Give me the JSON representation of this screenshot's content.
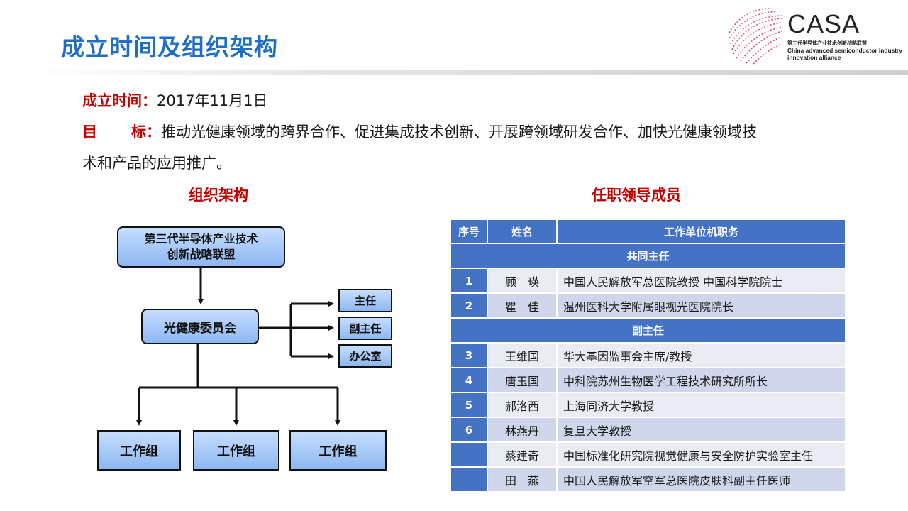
{
  "page": {
    "title": "成立时间及组织架构"
  },
  "logo": {
    "name": "CASA",
    "cn_name": "第三代半导体产业技术创新战略联盟",
    "en_line1": "China advanced semiconductor industry",
    "en_line2": "innovation alliance"
  },
  "intro": {
    "founded_label": "成立时间：",
    "founded_value": "2017年11月1日",
    "goal_label_a": "目",
    "goal_label_b": "标：",
    "goal_line1": "推动光健康领域的跨界合作、促进集成技术创新、开展跨领域研发合作、加快光健康领域技",
    "goal_line2": "术和产品的应用推广。"
  },
  "org_chart": {
    "title": "组织架构",
    "alliance_line1": "第三代半导体产业技术",
    "alliance_line2": "创新战略联盟",
    "committee": "光健康委员会",
    "director": "主任",
    "vice_director": "副主任",
    "office": "办公室",
    "groups": [
      "工作组",
      "工作组",
      "工作组"
    ]
  },
  "leaders": {
    "title": "任职领导成员",
    "headers": [
      "序号",
      "姓名",
      "工作单位机职务"
    ],
    "section_co_directors": "共同主任",
    "section_vice_directors": "副主任",
    "rows": [
      {
        "index": "1",
        "name": "顾　瑛",
        "post": "中国人民解放军总医院教授  中国科学院院士"
      },
      {
        "index": "2",
        "name": "瞿　佳",
        "post": "温州医科大学附属眼视光医院院长"
      },
      {
        "index": "3",
        "name": "王维国",
        "post": "华大基因监事会主席/教授"
      },
      {
        "index": "4",
        "name": "唐玉国",
        "post": "中科院苏州生物医学工程技术研究所所长"
      },
      {
        "index": "5",
        "name": "郝洛西",
        "post": "上海同济大学教授"
      },
      {
        "index": "6",
        "name": "林燕丹",
        "post": "复旦大学教授"
      },
      {
        "index": "",
        "name": "蔡建奇",
        "post": "中国标准化研究院视觉健康与安全防护实验室主任"
      },
      {
        "index": "",
        "name": "田　燕",
        "post": "中国人民解放军空军总医院皮肤科副主任医师"
      }
    ]
  },
  "colors": {
    "title_blue": "#1e6fc4",
    "label_red": "#c00000",
    "table_header": "#4472c4",
    "row_light": "#e9ebf5",
    "row_dark": "#cfd5ea",
    "box_fill": "#8db7f2"
  },
  "icons": {
    "logo_mark": "casa-sphere-logo-icon"
  }
}
